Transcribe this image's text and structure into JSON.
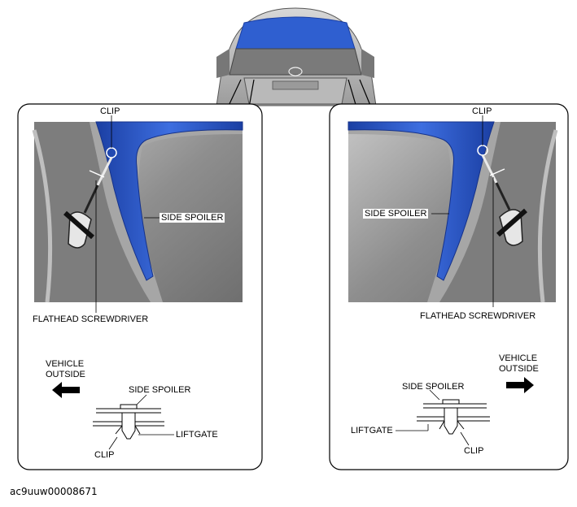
{
  "left_panel": {
    "clip_label": "CLIP",
    "side_spoiler_label": "SIDE SPOILER",
    "screwdriver_label": "FLATHEAD SCREWDRIVER",
    "direction_label_line1": "VEHICLE",
    "direction_label_line2": "OUTSIDE",
    "section": {
      "side_spoiler_label": "SIDE SPOILER",
      "clip_label": "CLIP",
      "liftgate_label": "LIFTGATE"
    }
  },
  "right_panel": {
    "clip_label": "CLIP",
    "side_spoiler_label": "SIDE SPOILER",
    "screwdriver_label": "FLATHEAD SCREWDRIVER",
    "direction_label_line1": "VEHICLE",
    "direction_label_line2": "OUTSIDE",
    "section": {
      "side_spoiler_label": "SIDE SPOILER",
      "clip_label": "CLIP",
      "liftgate_label": "LIFTGATE"
    }
  },
  "figure_code": "ac9uuw00008671",
  "colors": {
    "spoiler_blue": "#2a56c8",
    "body_gray": "#9a9a9a",
    "panel_border": "#000000"
  }
}
